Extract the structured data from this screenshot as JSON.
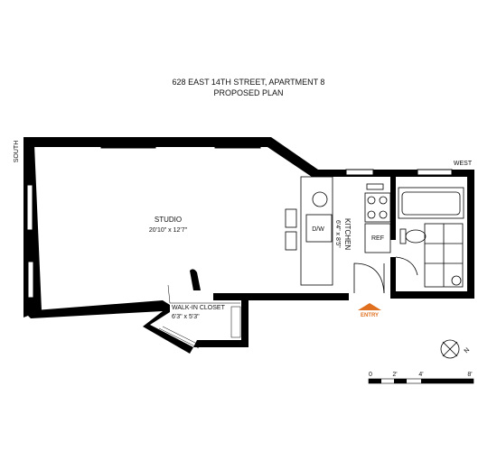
{
  "header": {
    "address": "628 EAST 14TH STREET, APARTMENT 8",
    "subtitle": "PROPOSED PLAN"
  },
  "orientation": {
    "south": "SOUTH",
    "west": "WEST",
    "compass_letter": "N"
  },
  "rooms": {
    "studio": {
      "name": "STUDIO",
      "dims": "20'10\" x 12'7\""
    },
    "kitchen": {
      "name": "KITCHEN",
      "dims": "6'4\" x 8'5\""
    },
    "closet": {
      "name": "WALK-IN CLOSET",
      "dims": "6'3\" x 5'3\""
    }
  },
  "fixtures": {
    "dishwasher": "D/W",
    "refrigerator": "REF"
  },
  "entry": {
    "label": "ENTRY",
    "color": "#e07020"
  },
  "scale_bar": {
    "ticks": [
      "0",
      "2'",
      "4'",
      "8'"
    ]
  },
  "colors": {
    "wall": "#000000",
    "entry_arrow": "#e07020"
  }
}
